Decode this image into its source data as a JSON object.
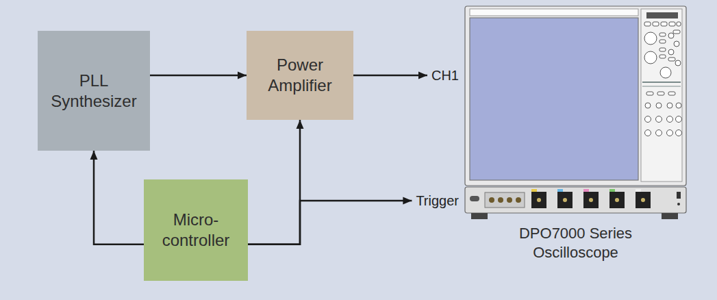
{
  "diagram": {
    "nodes": [
      {
        "text": [
          "PLL Synthesizer"
        ]
      },
      {
        "text": [
          "Power Amplifier"
        ]
      },
      {
        "text": [
          "Micro-controller"
        ]
      },
      {
        "text": [
          "DPO7000 Series Oscilloscope"
        ]
      }
    ],
    "edges": [
      {
        "from": 0,
        "to": 1,
        "arrow": "to"
      },
      {
        "from": 2,
        "to": 0,
        "arrow": "to"
      },
      {
        "from": 2,
        "to": 1,
        "arrow": "to"
      },
      {
        "from": 1,
        "to": 3,
        "arrow": "to",
        "label": "CH1"
      },
      {
        "from": 2,
        "to": 3,
        "arrow": "to",
        "label": "Trigger"
      }
    ]
  }
}
